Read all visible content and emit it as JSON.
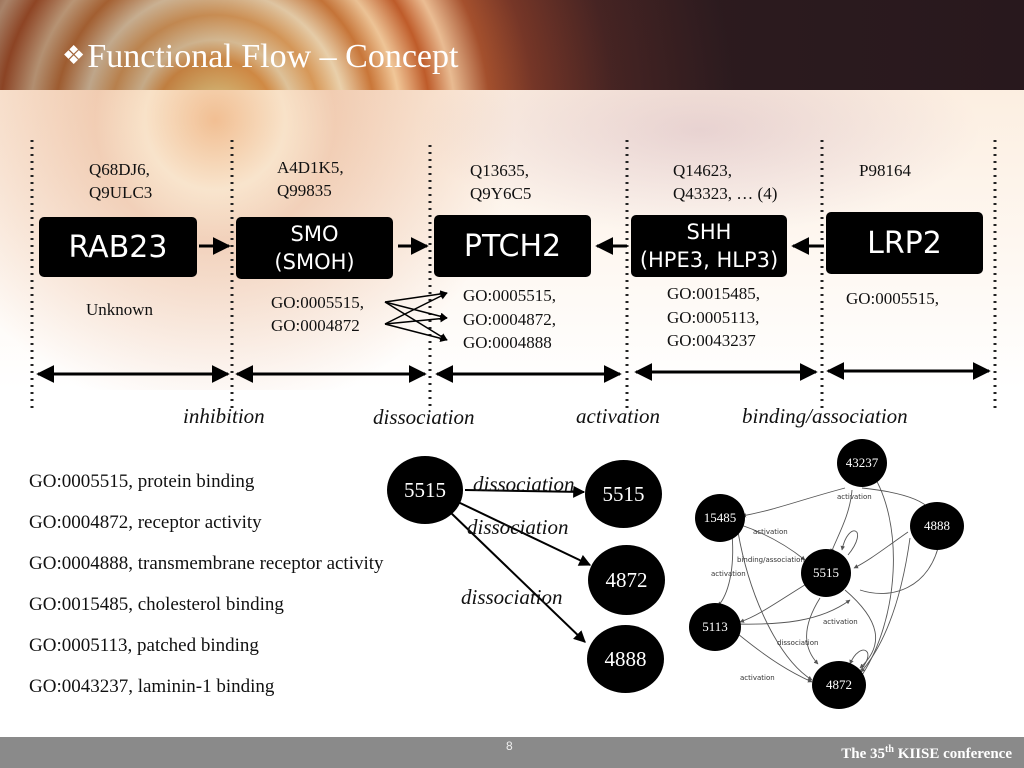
{
  "slide": {
    "title_bullet": "❖",
    "title": "Functional Flow – Concept",
    "page_number": "8",
    "conference": {
      "prefix": "The 35",
      "sup": "th",
      "suffix": " KIISE conference"
    }
  },
  "proteins": [
    {
      "name": "RAB23",
      "ids": [
        "Q68DJ6,",
        "Q9ULC3"
      ],
      "go_terms": [
        "Unknown"
      ]
    },
    {
      "name_lines": [
        "SMO",
        "(SMOH)"
      ],
      "ids": [
        "A4D1K5,",
        "Q99835"
      ],
      "go_terms": [
        "GO:0005515,",
        "GO:0004872"
      ]
    },
    {
      "name": "PTCH2",
      "ids": [
        "Q13635,",
        "Q9Y6C5"
      ],
      "go_terms": [
        "GO:0005515,",
        "GO:0004872,",
        "GO:0004888"
      ]
    },
    {
      "name_lines": [
        "SHH",
        "(HPE3, HLP3)"
      ],
      "ids": [
        "Q14623,",
        "Q43323, … (4)"
      ],
      "go_terms": [
        "GO:0015485,",
        "GO:0005113,",
        "GO:0043237"
      ]
    },
    {
      "name": "LRP2",
      "ids": [
        "P98164"
      ],
      "go_terms": [
        "GO:0005515,"
      ]
    }
  ],
  "relations": [
    "inhibition",
    "dissociation",
    "activation",
    "binding/association"
  ],
  "go_legend": [
    "GO:0005515, protein binding",
    "GO:0004872, receptor activity",
    "GO:0004888, transmembrane receptor activity",
    "GO:0015485, cholesterol binding",
    "GO:0005113, patched binding",
    "GO:0043237, laminin-1 binding"
  ],
  "dissociation_example": {
    "source": "5515",
    "targets": [
      "5515",
      "4872",
      "4888"
    ],
    "edge_label": "dissociation"
  },
  "network": {
    "nodes": [
      "43237",
      "15485",
      "4888",
      "5515",
      "5113",
      "4872"
    ],
    "edge_labels": [
      "activation",
      "activation",
      "binding/association",
      "activation",
      "activation",
      "dissociation",
      "activation"
    ]
  },
  "colors": {
    "box": "#000000",
    "footer": "#8a8a8a",
    "text": "#111111"
  }
}
